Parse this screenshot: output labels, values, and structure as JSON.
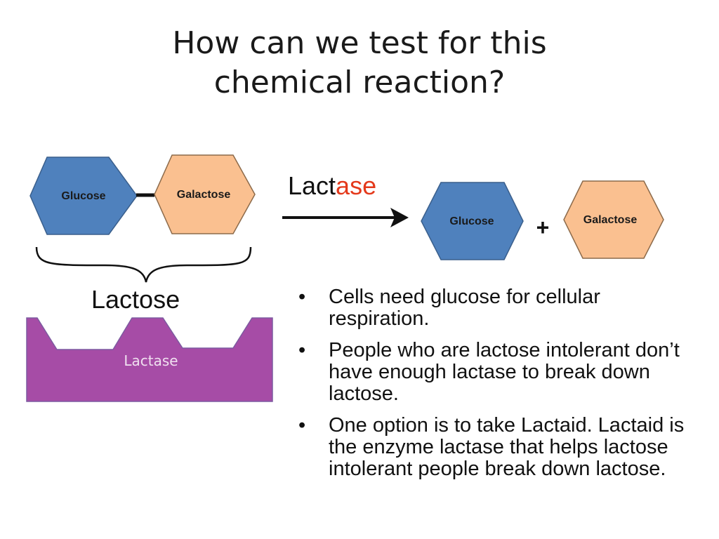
{
  "slide": {
    "title_line1": "How can we test for this",
    "title_line2": "chemical reaction?"
  },
  "diagram": {
    "left_hex1_label": "Glucose",
    "left_hex2_label": "Galactose",
    "right_hex1_label": "Glucose",
    "right_hex2_label": "Galactose",
    "plus_sign": "+",
    "enzyme_prefix": "Lact",
    "enzyme_suffix": "ase",
    "brace_label": "Lactose",
    "enzyme_shape_label": "Lactase",
    "colors": {
      "glucose": "#4f81bd",
      "galactose": "#fac090",
      "enzyme": "#a64ca6",
      "accent": "#e4391b"
    }
  },
  "bullets": [
    "Cells need glucose for cellular respiration.",
    "People who are lactose intolerant don’t have enough lactase to break down lactose.",
    "One option is to take Lactaid. Lactaid is the enzyme lactase that helps lactose intolerant people break down lactose."
  ]
}
